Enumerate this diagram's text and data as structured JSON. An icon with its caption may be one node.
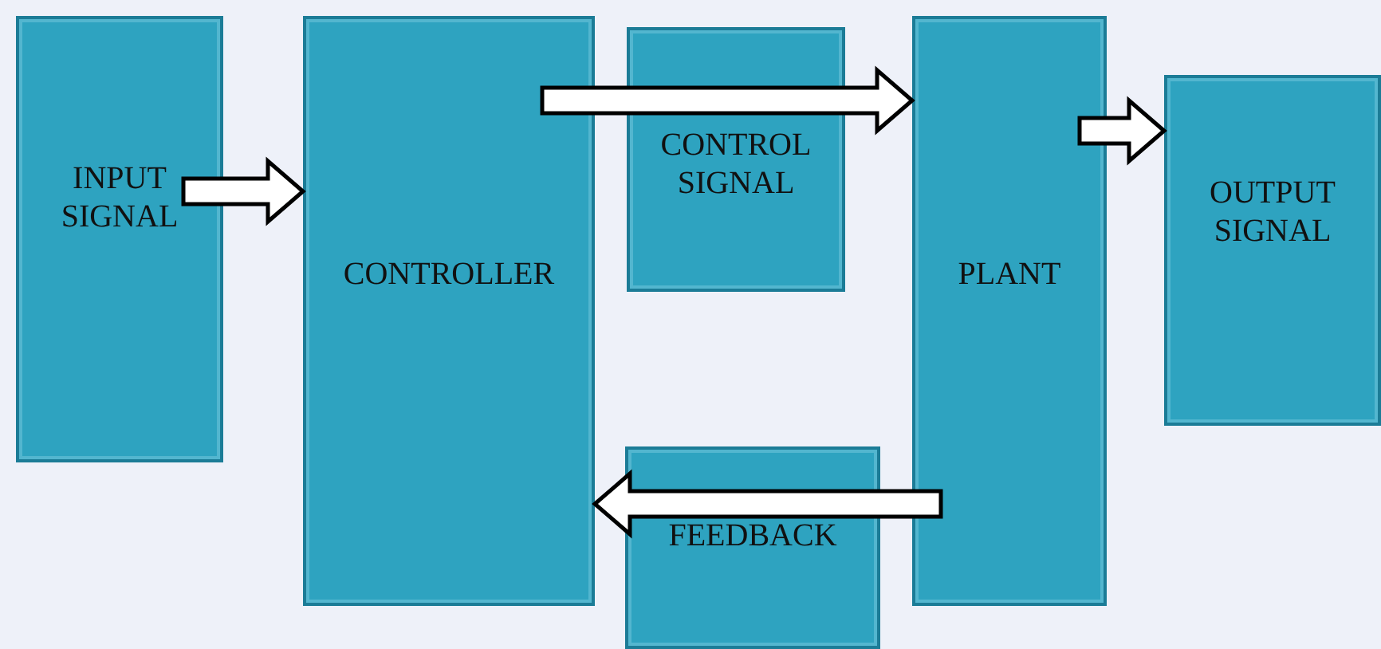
{
  "diagram": {
    "nodes": [
      {
        "text": [
          "INPUT SIGNAL"
        ]
      },
      {
        "text": [
          "CONTROLLER"
        ]
      },
      {
        "text": [
          "CONTROL SIGNAL"
        ]
      },
      {
        "text": [
          "PLANT"
        ]
      },
      {
        "text": [
          "OUTPUT SIGNAL"
        ]
      },
      {
        "text": [
          "FEEDBACK"
        ]
      }
    ],
    "edges": [
      {
        "from": 0,
        "to": 1,
        "arrow": "to"
      },
      {
        "from": 1,
        "to": 3,
        "arrow": "to"
      },
      {
        "from": 3,
        "to": 4,
        "arrow": "to"
      },
      {
        "from": 3,
        "to": 1,
        "arrow": "to"
      }
    ]
  }
}
